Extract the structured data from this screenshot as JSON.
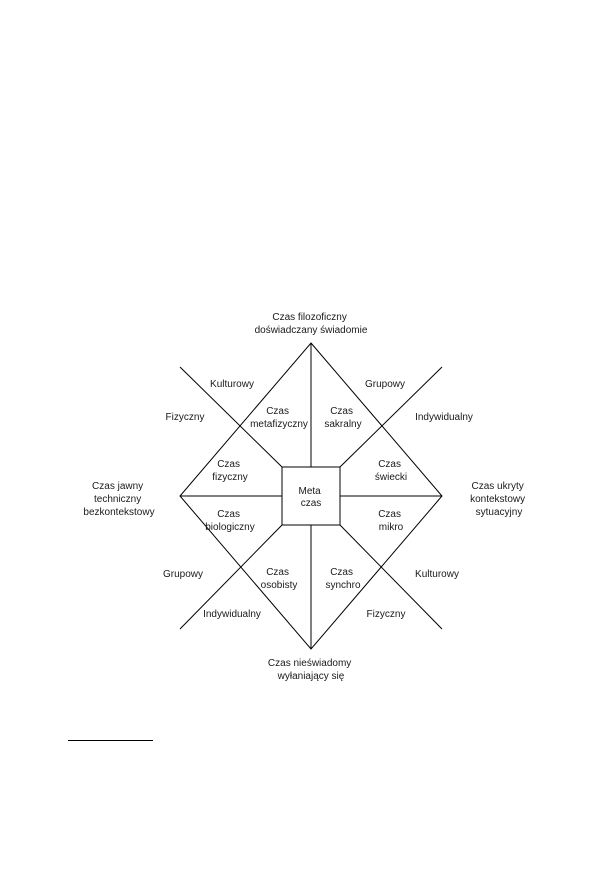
{
  "diagram": {
    "poles": {
      "top": [
        "Czas filozoficzny",
        "doświadczany świadomie"
      ],
      "bottom": [
        "Czas nieświadomy",
        "wyłaniający się"
      ],
      "left": [
        "Czas jawny",
        "techniczny",
        "bezkontekstowy"
      ],
      "right": [
        "Czas ukryty",
        "kontekstowy",
        "sytuacyjny"
      ]
    },
    "center": [
      "Meta",
      "czas"
    ],
    "sectors": {
      "metafizyczny": [
        "Czas",
        "metafizyczny"
      ],
      "sakralny": [
        "Czas",
        "sakralny"
      ],
      "fizyczny": [
        "Czas",
        "fizyczny"
      ],
      "swiecki": [
        "Czas",
        "świecki"
      ],
      "biologiczny": [
        "Czas",
        "biologiczny"
      ],
      "mikro": [
        "Czas",
        "mikro"
      ],
      "osobisty": [
        "Czas",
        "osobisty"
      ],
      "synchro": [
        "Czas",
        "synchro"
      ]
    },
    "outer_labels": {
      "upper_left_a": "Kulturowy",
      "upper_left_b": "Fizyczny",
      "upper_right_a": "Grupowy",
      "upper_right_b": "Indywidualny",
      "lower_left_a": "Grupowy",
      "lower_left_b": "Indywidualny",
      "lower_right_a": "Kulturowy",
      "lower_right_b": "Fizyczny"
    }
  }
}
